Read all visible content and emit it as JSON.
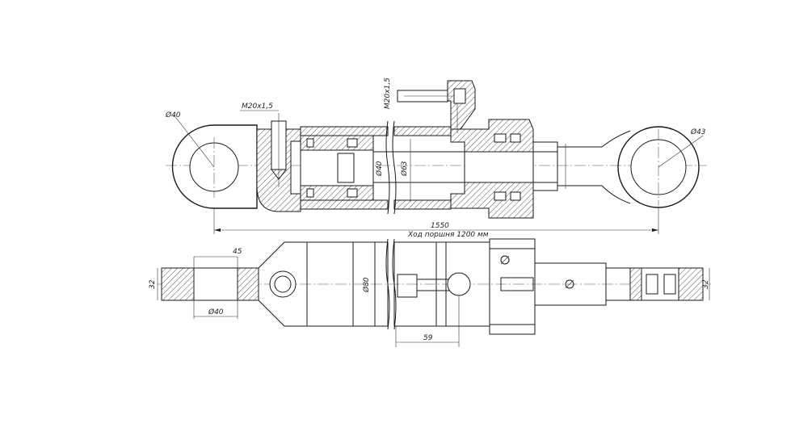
{
  "labels": {
    "eye_left_diameter": "Ø40",
    "eye_right_diameter": "Ø43",
    "port_thread_top": "M20x1,5",
    "port_thread_side": "M20x1,5",
    "piston_rod_diameter": "Ø40",
    "bore_diameter": "Ø63",
    "overall_length": "1550",
    "stroke": "Ход поршня 1200 мм",
    "eye_width_left": "32",
    "eye_width_right": "32",
    "lug_offset": "45",
    "lug_bore": "Ø40",
    "body_diameter": "Ø80",
    "port_spacing": "59"
  },
  "colors": {
    "line": "#1a1a1a",
    "background": "#ffffff",
    "hatch": "#555555"
  }
}
